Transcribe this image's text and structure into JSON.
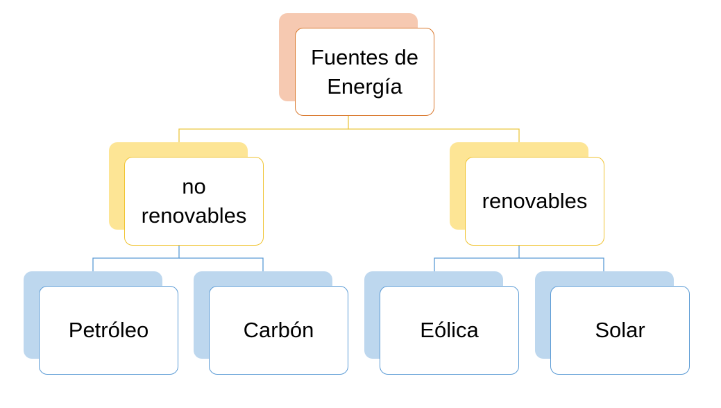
{
  "colors": {
    "root_fill": "#F6C9B1",
    "root_border": "#D9782D",
    "mid_fill": "#FDE595",
    "mid_border": "#F0C330",
    "leaf_fill": "#BDD7EE",
    "leaf_border": "#5B9BD5",
    "line_root": "#EBC640",
    "line_leaf": "#5B9BD5"
  },
  "root": {
    "line1": "Fuentes de",
    "line2": "Energía"
  },
  "categories": [
    {
      "line1": "no",
      "line2": "renovables",
      "children": [
        "Petróleo",
        "Carbón"
      ]
    },
    {
      "line1": "renovables",
      "line2": "",
      "children": [
        "Eólica",
        "Solar"
      ]
    }
  ]
}
